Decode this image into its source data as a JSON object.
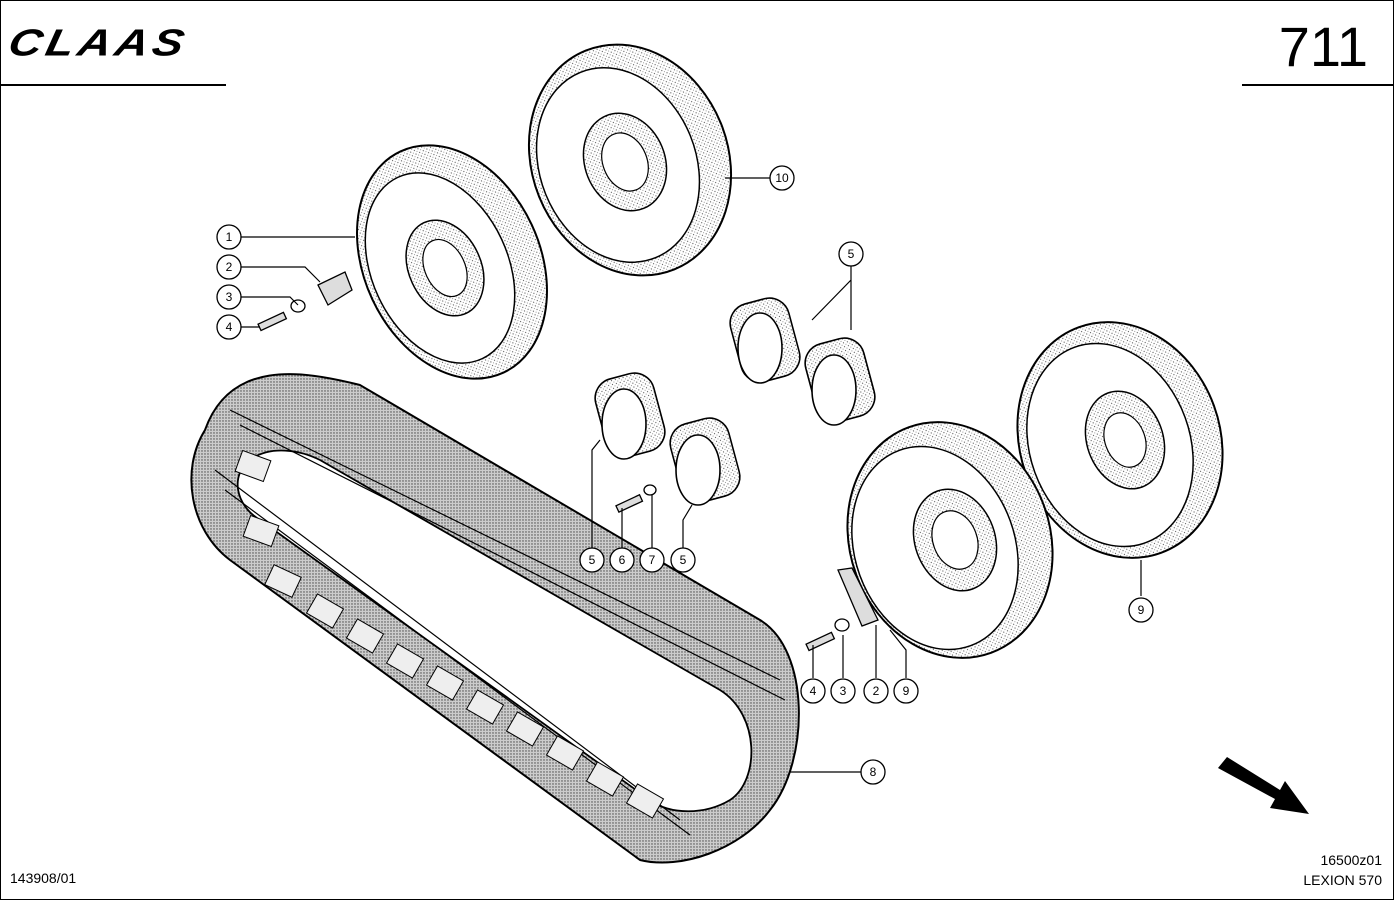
{
  "header": {
    "brand": "CLAAS",
    "page_number": "711"
  },
  "footer": {
    "document_number": "143908/01",
    "drawing_code": "16500z01",
    "model": "LEXION 570"
  },
  "callouts": [
    {
      "id": "c1",
      "label": "1"
    },
    {
      "id": "c2a",
      "label": "2"
    },
    {
      "id": "c3a",
      "label": "3"
    },
    {
      "id": "c4a",
      "label": "4"
    },
    {
      "id": "c10",
      "label": "10"
    },
    {
      "id": "c5top",
      "label": "5"
    },
    {
      "id": "c5a",
      "label": "5"
    },
    {
      "id": "c6",
      "label": "6"
    },
    {
      "id": "c7",
      "label": "7"
    },
    {
      "id": "c5b",
      "label": "5"
    },
    {
      "id": "c9r",
      "label": "9"
    },
    {
      "id": "c4b",
      "label": "4"
    },
    {
      "id": "c3b",
      "label": "3"
    },
    {
      "id": "c2b",
      "label": "2"
    },
    {
      "id": "c9b",
      "label": "9"
    },
    {
      "id": "c8",
      "label": "8"
    }
  ],
  "icons": {
    "direction": "direction-arrow-icon"
  }
}
